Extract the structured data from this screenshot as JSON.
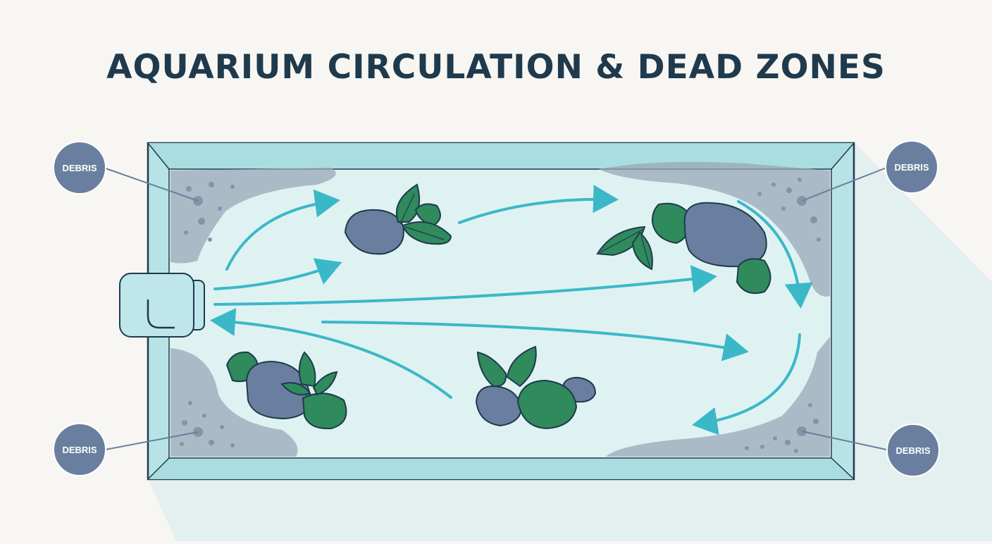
{
  "title": "AQUARIUM CIRCULATION & DEAD ZONES",
  "callouts": {
    "top_left": "DEBRIS",
    "top_right": "DEBRIS",
    "bottom_left": "DEBRIS",
    "bottom_right": "DEBRIS"
  },
  "colors": {
    "background": "#f7f6f2",
    "tank_water": "#dff2f2",
    "tank_frame": "#1f3a4d",
    "flow_arrow": "#3bb8c8",
    "dead_zone": "#9aa7b8",
    "rock": "#6a7f9f",
    "plant": "#2f8a5c",
    "callout": "#6a7f9f"
  },
  "icons": [
    "filter-outlet-icon",
    "flow-arrow-icon",
    "rock-icon",
    "plant-icon",
    "debris-particle-icon"
  ]
}
